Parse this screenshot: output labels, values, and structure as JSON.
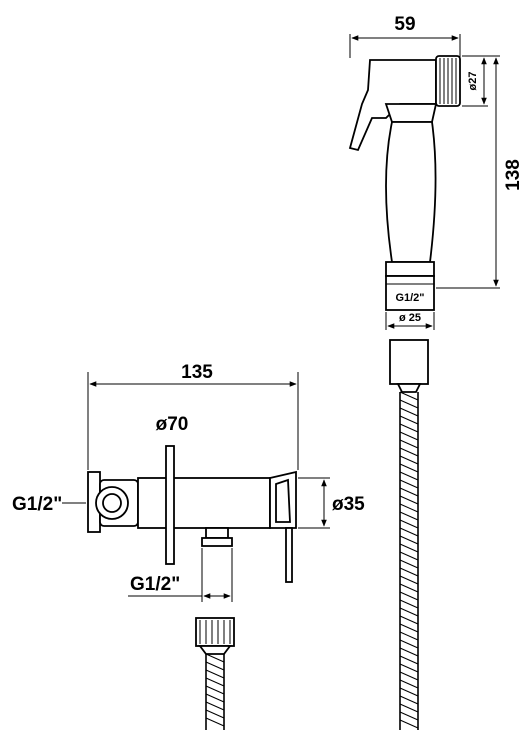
{
  "dimensions": {
    "spray_width": "59",
    "spray_nozzle_diameter": "ø27",
    "spray_length": "138",
    "spray_thread": "G1/2\"",
    "spray_base_diameter": "ø 25",
    "valve_length": "135",
    "rosette_diameter": "ø70",
    "valve_body_diameter": "ø35",
    "inlet_thread": "G1/2\"",
    "outlet_thread": "G1/2\""
  },
  "colors": {
    "line": "#000000",
    "background": "#ffffff"
  }
}
